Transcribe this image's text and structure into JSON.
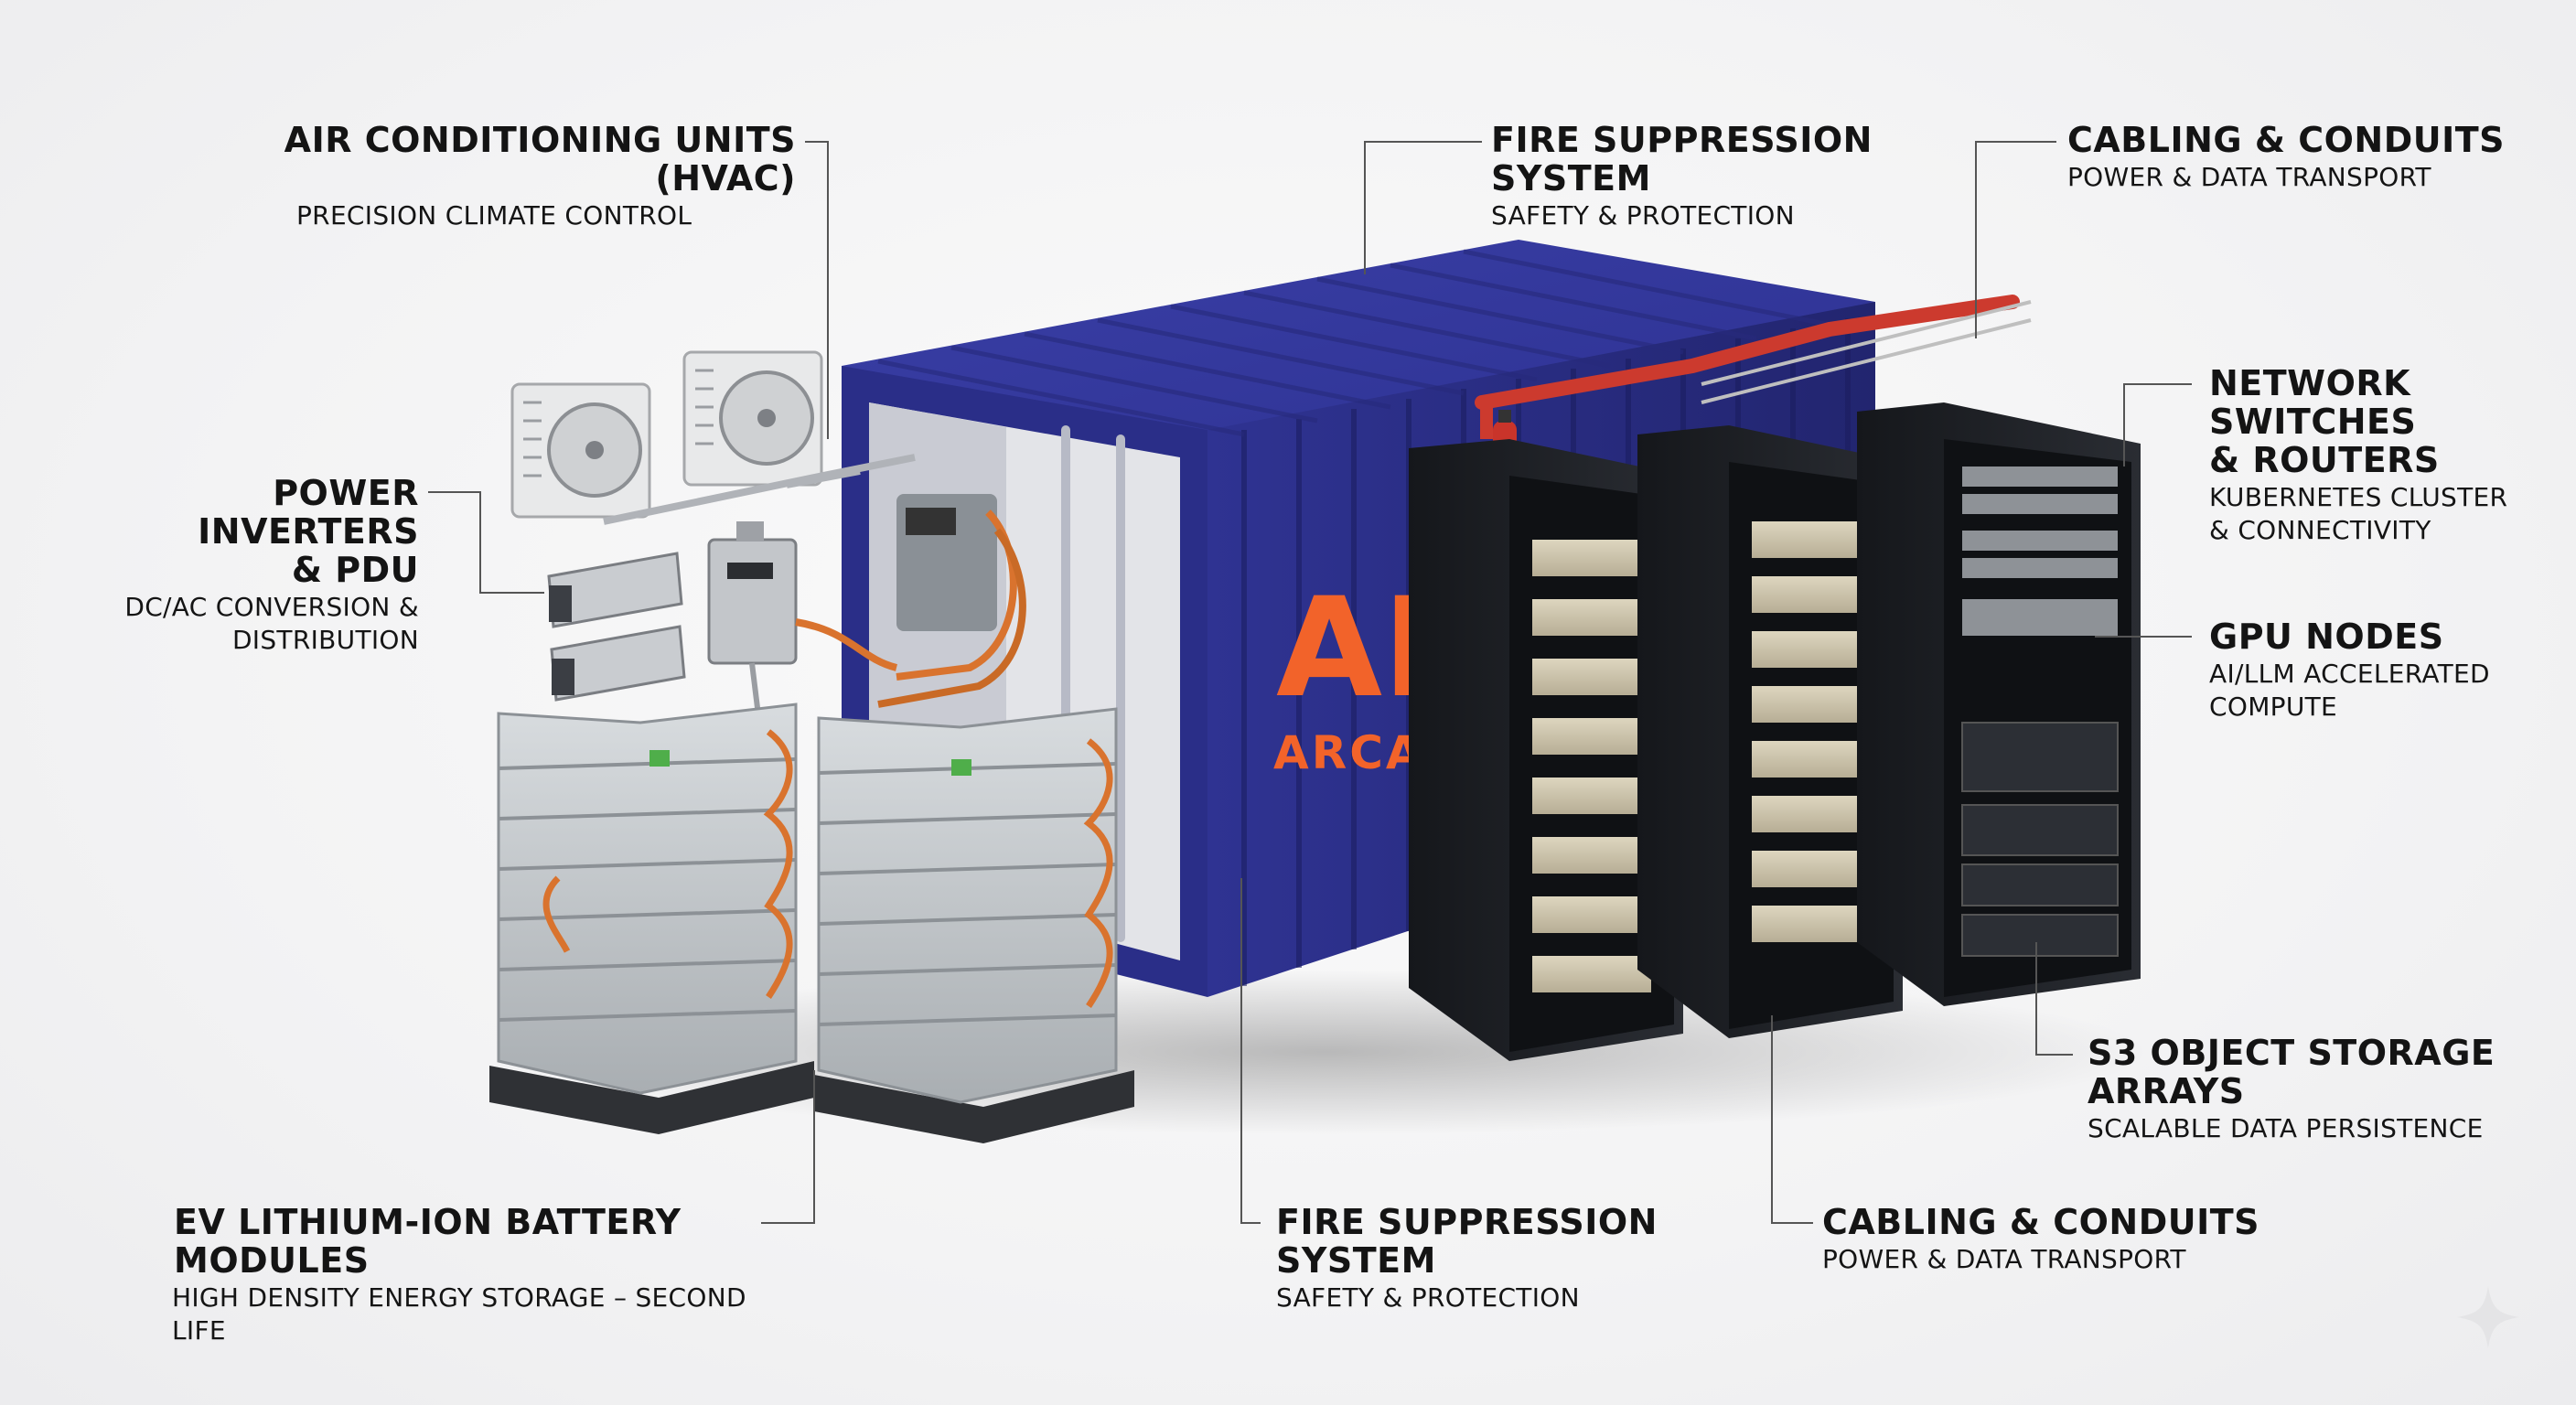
{
  "brand": {
    "logo_text": "AM",
    "name": "ARCAMEN",
    "container_color": "#2b2f86",
    "accent": "#f2632a"
  },
  "labels": {
    "hvac": {
      "title": "AIR CONDITIONING UNITS (HVAC)",
      "subtitle": "PRECISION CLIMATE CONTROL"
    },
    "fire_top": {
      "title": "FIRE SUPPRESSION SYSTEM",
      "subtitle": "SAFETY & PROTECTION"
    },
    "cabling_top": {
      "title": "CABLING & CONDUITS",
      "subtitle": "POWER & DATA TRANSPORT"
    },
    "network": {
      "title_line1": "NETWORK SWITCHES",
      "title_line2": "& ROUTERS",
      "subtitle_line1": "KUBERNETES CLUSTER",
      "subtitle_line2": "& CONNECTIVITY"
    },
    "inverters": {
      "title_line1": "POWER INVERTERS",
      "title_line2": "& PDU",
      "subtitle_line1": "DC/AC CONVERSION &",
      "subtitle_line2": "DISTRIBUTION"
    },
    "gpu": {
      "title": "GPU NODES",
      "subtitle_line1": "AI/LLM ACCELERATED",
      "subtitle_line2": "COMPUTE"
    },
    "s3": {
      "title_line1": "S3 OBJECT STORAGE",
      "title_line2": "ARRAYS",
      "subtitle": "SCALABLE DATA PERSISTENCE"
    },
    "battery": {
      "title": "EV LITHIUM-ION BATTERY MODULES",
      "subtitle": "HIGH DENSITY ENERGY STORAGE – SECOND LIFE"
    },
    "fire_bottom": {
      "title": "FIRE SUPPRESSION SYSTEM",
      "subtitle": "SAFETY & PROTECTION"
    },
    "cabling_bottom": {
      "title": "CABLING & CONDUITS",
      "subtitle": "POWER & DATA TRANSPORT"
    }
  },
  "icons": [
    "hvac-unit-icon",
    "inverter-icon",
    "pdu-box-icon",
    "battery-stack-icon",
    "server-rack-icon",
    "fire-extinguisher-icon",
    "sparkle-icon"
  ],
  "colors": {
    "rack": "#1b1d22",
    "gpu_tray": "#cfc7b0",
    "battery": "#c9cdd0",
    "cable": "#d9732e",
    "pipe": "#cc3a2e",
    "leader": "#555555"
  }
}
